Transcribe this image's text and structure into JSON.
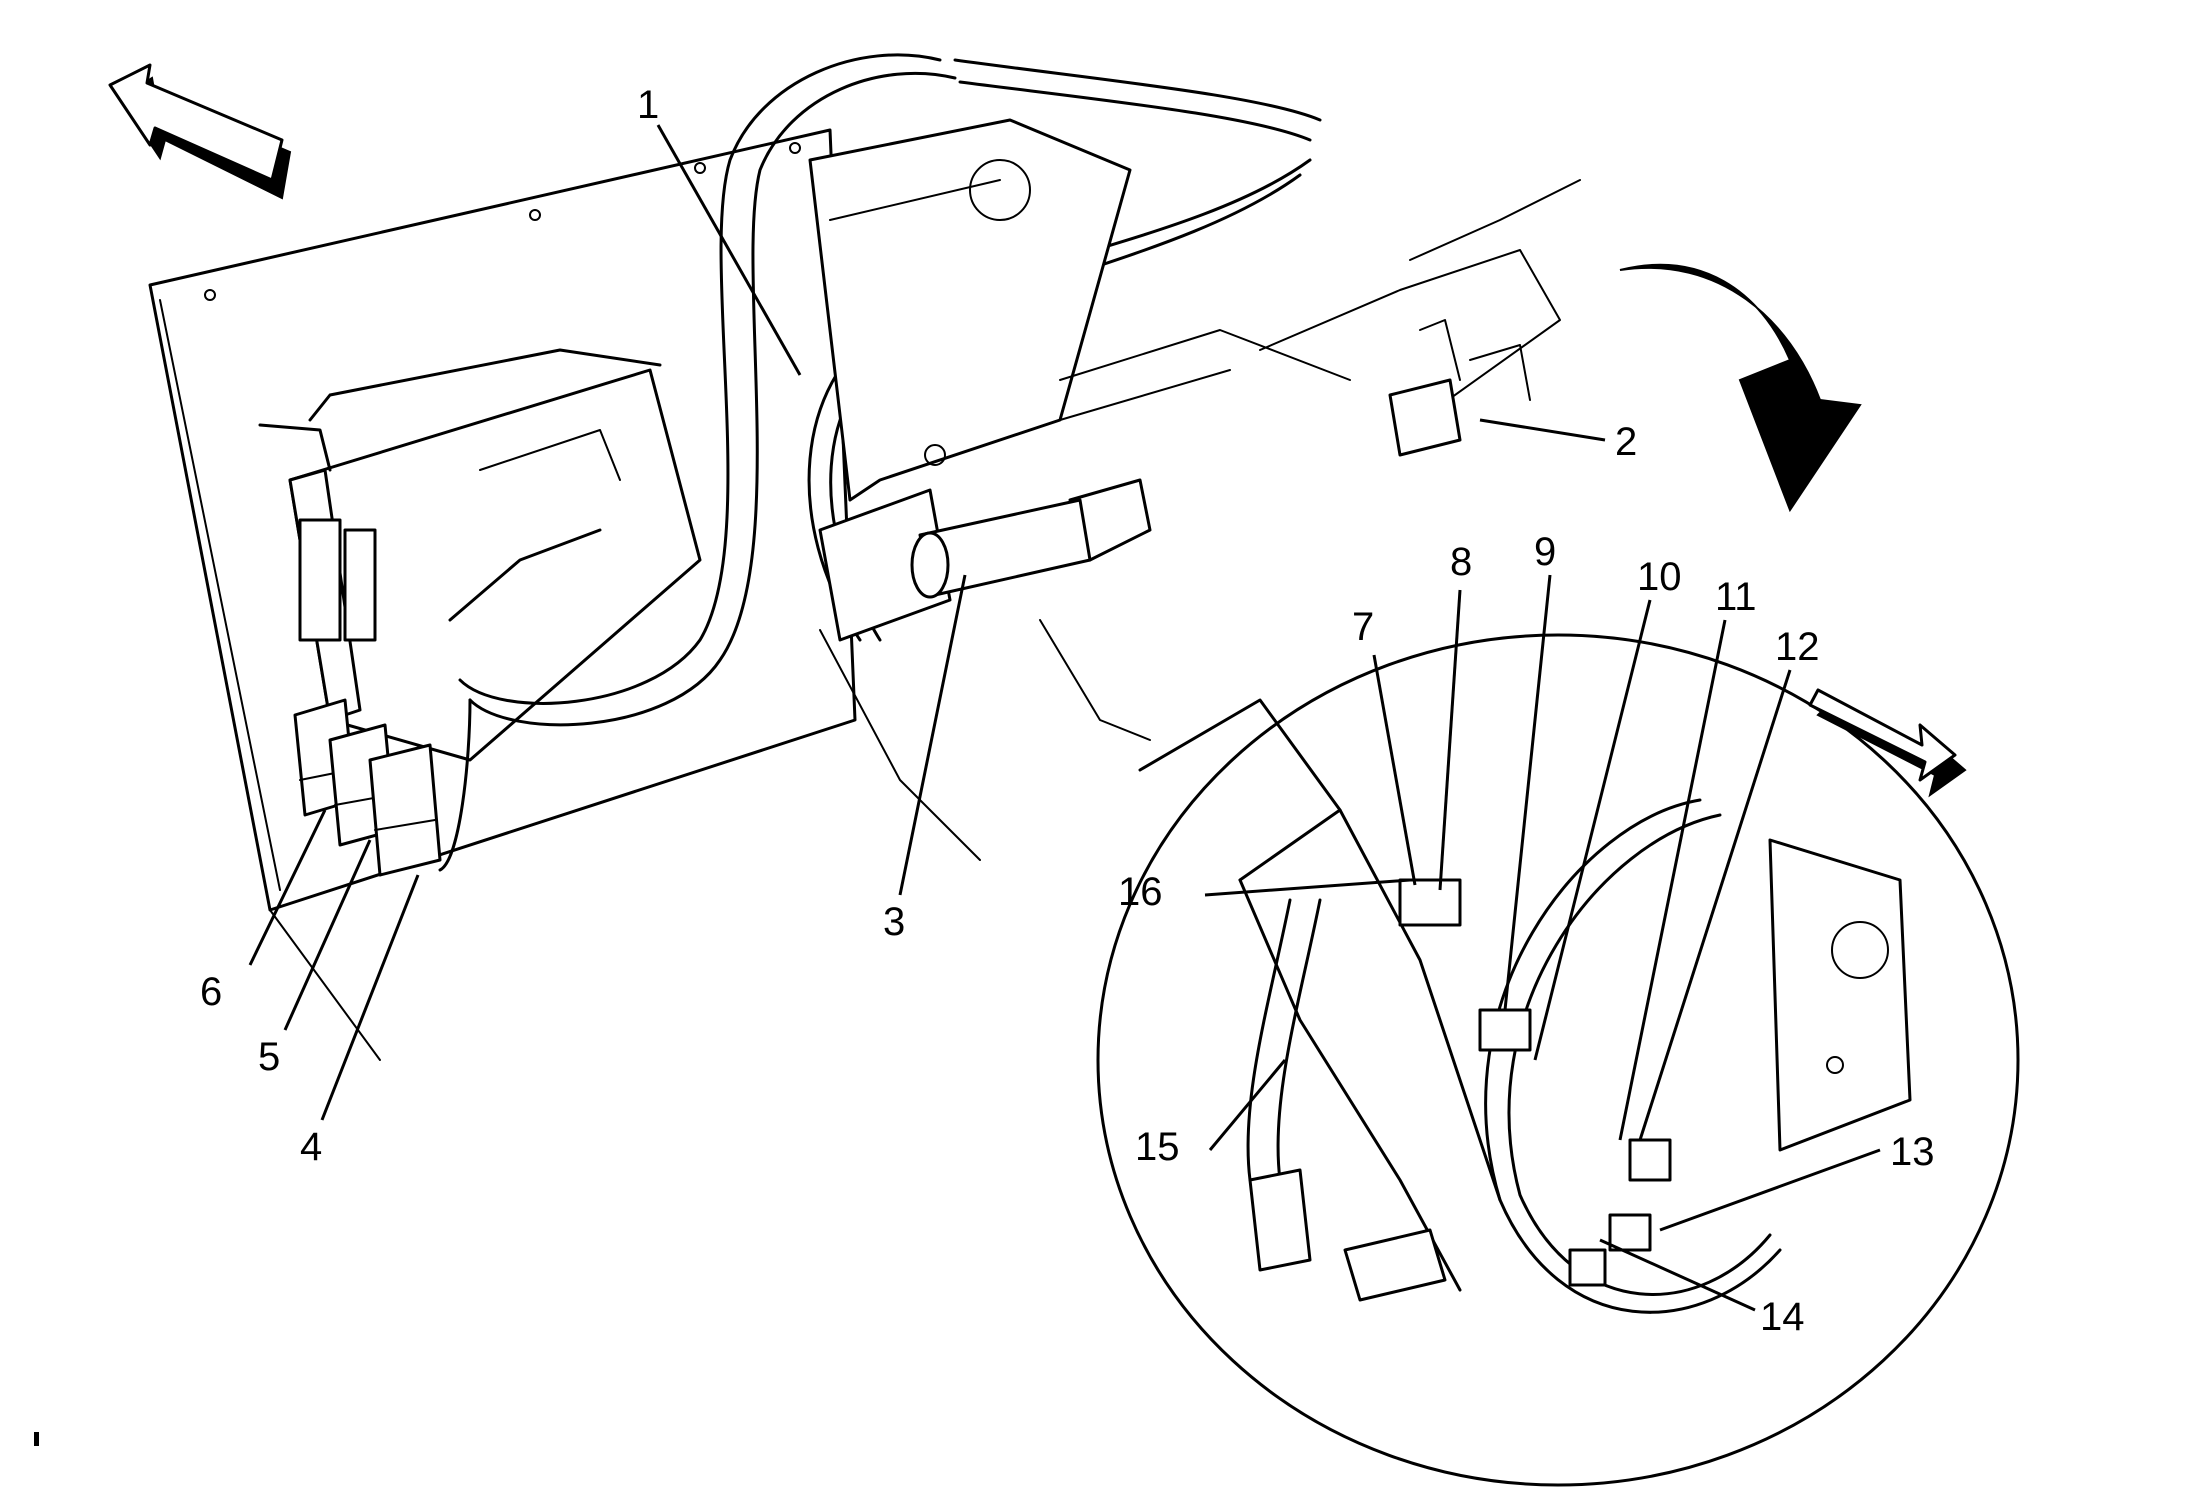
{
  "callouts": [
    {
      "id": "1",
      "label": "1"
    },
    {
      "id": "2",
      "label": "2"
    },
    {
      "id": "3",
      "label": "3"
    },
    {
      "id": "4",
      "label": "4"
    },
    {
      "id": "5",
      "label": "5"
    },
    {
      "id": "6",
      "label": "6"
    },
    {
      "id": "7",
      "label": "7"
    },
    {
      "id": "8",
      "label": "8"
    },
    {
      "id": "9",
      "label": "9"
    },
    {
      "id": "10",
      "label": "10"
    },
    {
      "id": "11",
      "label": "11"
    },
    {
      "id": "12",
      "label": "12"
    },
    {
      "id": "13",
      "label": "13"
    },
    {
      "id": "14",
      "label": "14"
    },
    {
      "id": "15",
      "label": "15"
    },
    {
      "id": "16",
      "label": "16"
    }
  ],
  "icons": {
    "forward_arrow": "forward-arrow-icon",
    "detail_arrow": "detail-view-arrow-icon",
    "inset_arrow": "inset-direction-arrow-icon"
  }
}
